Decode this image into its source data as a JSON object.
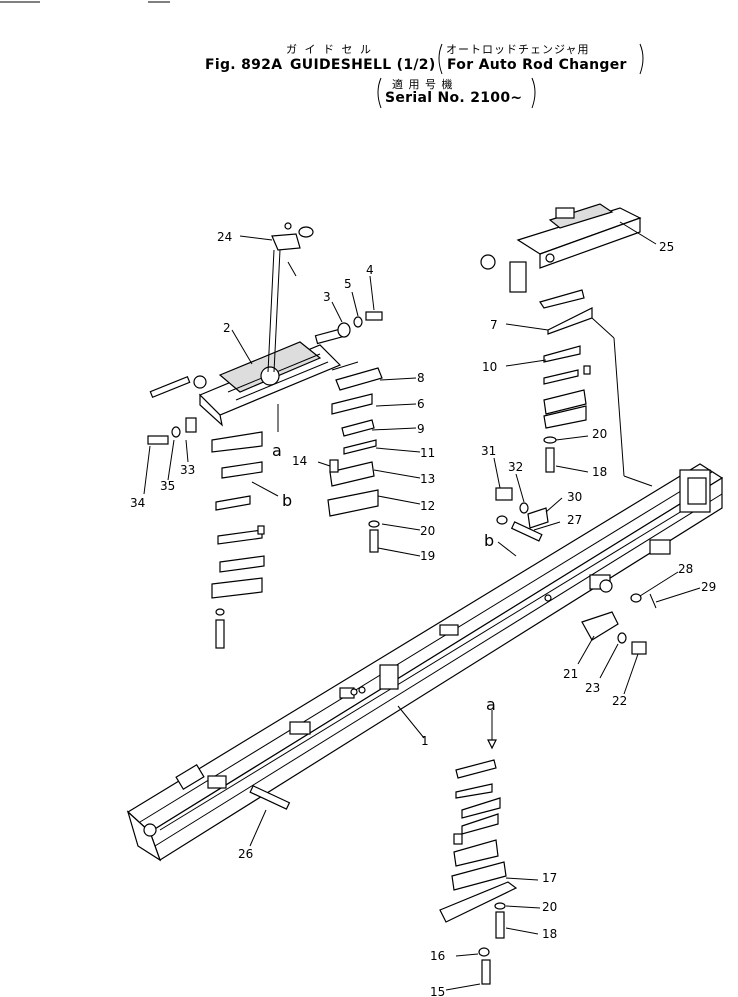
{
  "title": {
    "jp_main": "ガ イ ド セ ル",
    "fig": "Fig. 892A",
    "name": "GUIDESHELL (1/2)",
    "jp_note": "オートロッドチェンジャ用",
    "note": "For Auto Rod Changer",
    "jp_serial": "適 用 号 機",
    "serial": "Serial No. 2100~"
  },
  "labels": {
    "p1": "1",
    "p2": "2",
    "p3": "3",
    "p4": "4",
    "p5": "5",
    "p6": "6",
    "p7": "7",
    "p8": "8",
    "p9": "9",
    "p10": "10",
    "p11": "11",
    "p12": "12",
    "p13": "13",
    "p14": "14",
    "p15": "15",
    "p16": "16",
    "p17": "17",
    "p18a": "18",
    "p18b": "18",
    "p19": "19",
    "p20a": "20",
    "p20b": "20",
    "p20c": "20",
    "p21": "21",
    "p22": "22",
    "p23": "23",
    "p24": "24",
    "p25": "25",
    "p26": "26",
    "p27": "27",
    "p28": "28",
    "p29": "29",
    "p30": "30",
    "p31": "31",
    "p32": "32",
    "p33": "33",
    "p34": "34",
    "p35": "35"
  },
  "callouts": {
    "a1": "a",
    "a2": "a",
    "b1": "b",
    "b2": "b"
  }
}
